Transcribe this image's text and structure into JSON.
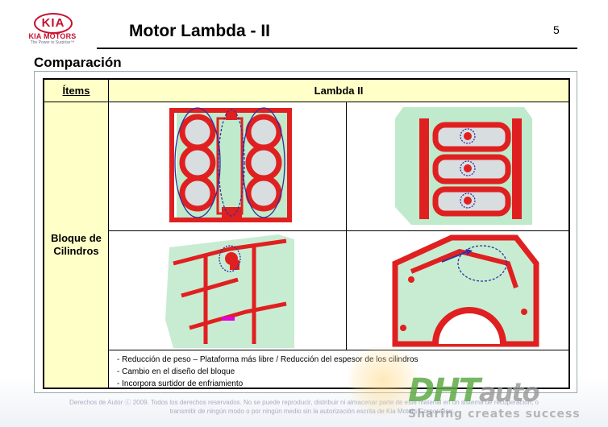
{
  "header": {
    "logo_name": "KIA",
    "logo_brand": "KIA MOTORS",
    "logo_tagline": "The Power to Surprise™",
    "title": "Motor Lambda - II",
    "page_number": "5"
  },
  "section_title": "Comparación",
  "table": {
    "col_item_header": "Ítems",
    "col_lambda_header": "Lambda II",
    "row_label_line1": "Bloque de",
    "row_label_line2": "Cilindros",
    "notes": [
      "- Reducción de peso – Plataforma más libre  / Reducción del espesor de los cilindros",
      "- Cambio en el diseño del bloque",
      "- Incorpora surtidor de enfriamiento"
    ]
  },
  "footer": {
    "line1": "Derechos de Autor ⓒ 2009. Todos los derechos reservados.  No se puede reproducir, distribuir ni almacenar parte de este material en un sistema de recuperación, o",
    "line2": "transmitir de ningún modo o por ningún medio sin la autorización escrita de Kia Motors Corporation."
  },
  "watermark": {
    "logo": "DHT",
    "logo_suffix": "auto",
    "slogan": "Sharing creates success"
  },
  "colors": {
    "kia_red": "#c8102e",
    "header_fill": "#ffffc8",
    "engine_red": "#e02020",
    "engine_green": "#bfeacb",
    "annotation_blue": "#3030a0"
  }
}
